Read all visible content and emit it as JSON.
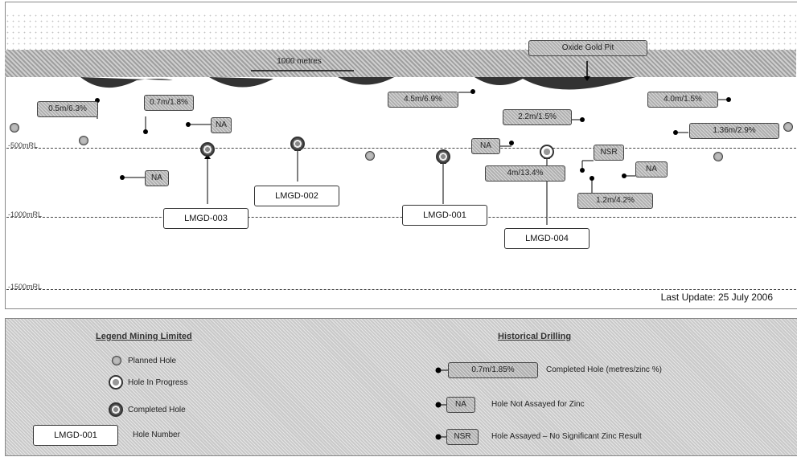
{
  "section": {
    "scale_label": "1000 metres",
    "pit_label": "Oxide Gold Pit",
    "levels": [
      "-500mRL",
      "-1000mRL",
      "-1500mRL"
    ],
    "last_update": "Last Update: 25 July 2006"
  },
  "intercepts": [
    "0.5m/6.3%",
    "0.7m/1.8%",
    "NA",
    "NA",
    "4.5m/6.9%",
    "2.2m/1.5%",
    "NA",
    "NSR",
    "NA",
    "4m/13.4%",
    "1.2m/4.2%",
    "4.0m/1.5%",
    "1.36m/2.9%"
  ],
  "holes": [
    "LMGD-003",
    "LMGD-002",
    "LMGD-001",
    "LMGD-004"
  ],
  "legend": {
    "company_title": "Legend Mining Limited",
    "planned": "Planned Hole",
    "in_progress": "Hole In Progress",
    "completed": "Completed Hole",
    "hole_number_example": "LMGD-001",
    "hole_number": "Hole Number",
    "historical_title": "Historical Drilling",
    "completed_example": "0.7m/1.85%",
    "completed_desc": "Completed Hole (metres/zinc %)",
    "na_example": "NA",
    "na_desc": "Hole Not Assayed for Zinc",
    "nsr_example": "NSR",
    "nsr_desc": "Hole Assayed – No Significant Zinc Result"
  }
}
